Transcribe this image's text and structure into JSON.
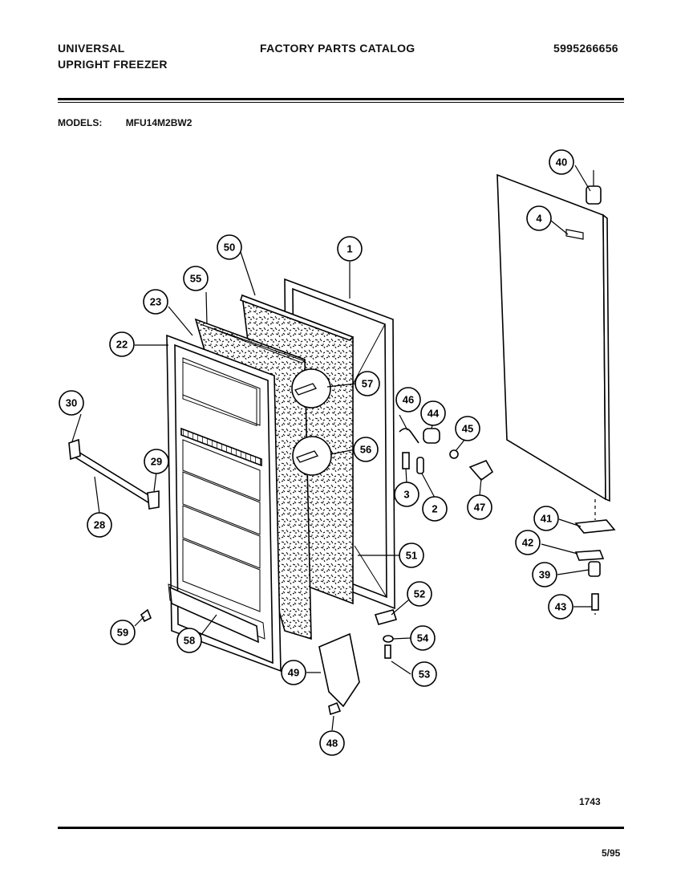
{
  "header": {
    "brand": "UNIVERSAL",
    "product": "UPRIGHT FREEZER",
    "catalog": "FACTORY PARTS CATALOG",
    "catalog_number": "5995266656"
  },
  "models": {
    "label": "MODELS:",
    "value": "MFU14M2BW2"
  },
  "footer": {
    "figure_number": "1743",
    "date": "5/95"
  },
  "callouts": [
    "40",
    "4",
    "50",
    "1",
    "55",
    "23",
    "22",
    "57",
    "46",
    "44",
    "45",
    "30",
    "56",
    "29",
    "3",
    "2",
    "47",
    "41",
    "28",
    "42",
    "51",
    "39",
    "52",
    "43",
    "59",
    "58",
    "54",
    "49",
    "53",
    "48"
  ]
}
